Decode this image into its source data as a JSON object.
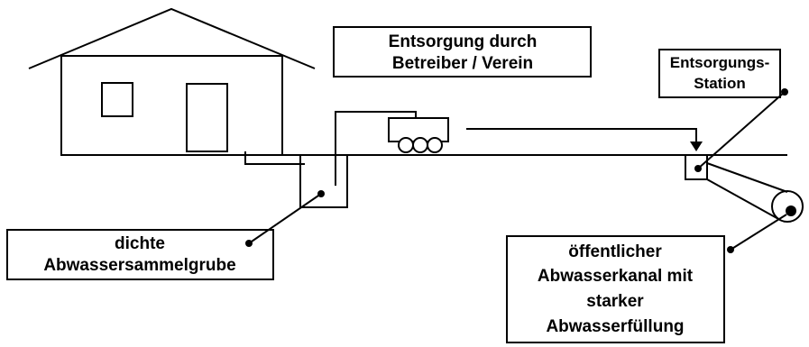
{
  "labels": {
    "entsorgung_line1": "Entsorgung durch",
    "entsorgung_line2": "Betreiber / Verein",
    "station_line1": "Entsorgungs-",
    "station_line2": "Station",
    "grube_line1": "dichte",
    "grube_line2": "Abwassersammelgrube",
    "kanal_line1": "öffentlicher",
    "kanal_line2": "Abwasserkanal mit",
    "kanal_line3": "starker",
    "kanal_line4": "Abwasserfüllung"
  },
  "colors": {
    "line": "#000000",
    "background": "#ffffff"
  }
}
